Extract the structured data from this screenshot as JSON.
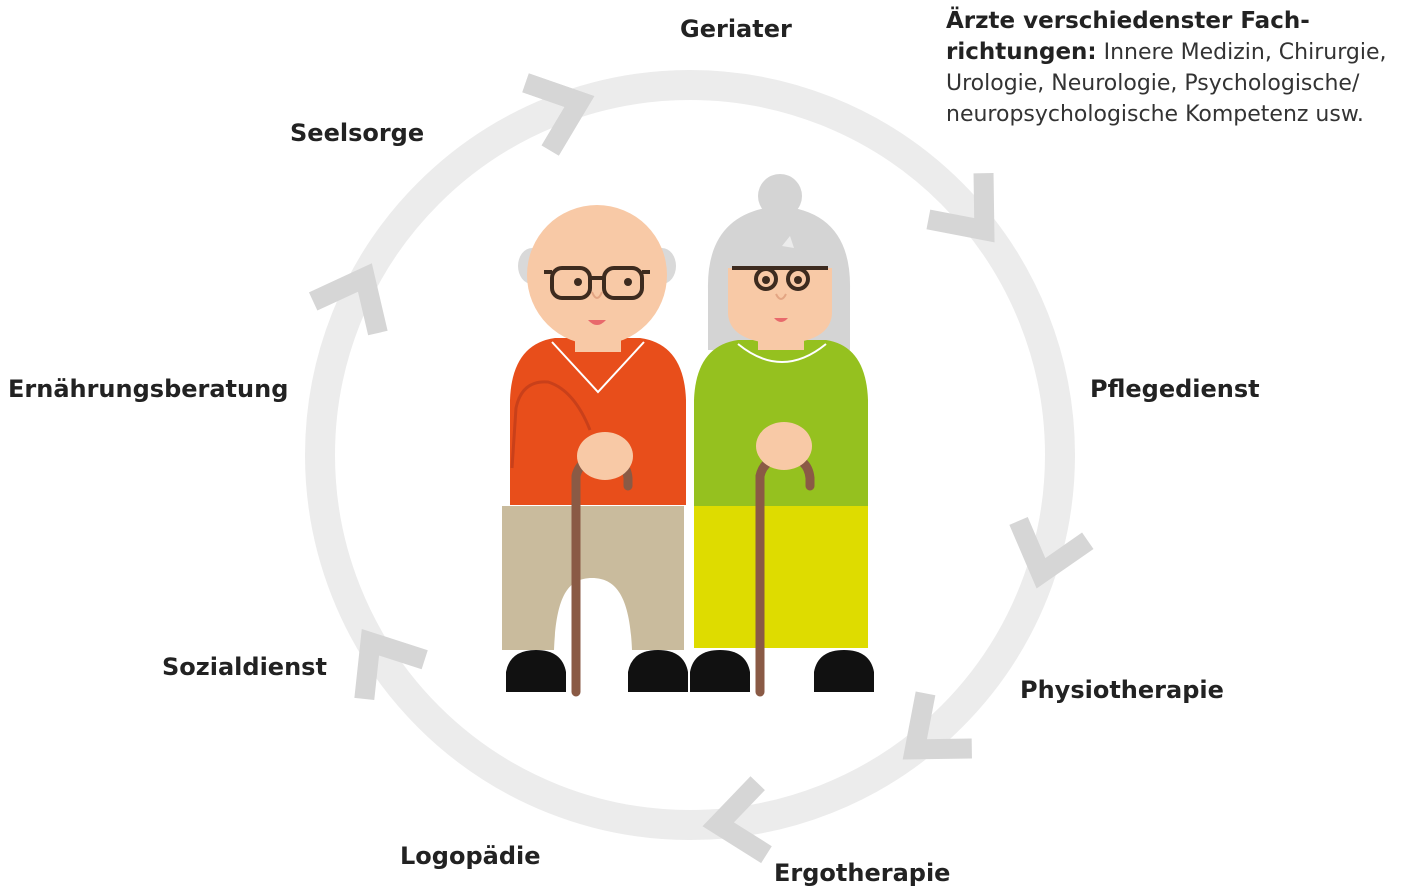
{
  "roles": {
    "geriater": "Geriater",
    "pflegedienst": "Pflegedienst",
    "physiotherapie": "Physiotherapie",
    "ergotherapie": "Ergotherapie",
    "logopaedie": "Logopädie",
    "sozialdienst": "Sozialdienst",
    "ernaehrungsberatung": "Ernährungsberatung",
    "seelsorge": "Seelsorge"
  },
  "aerzte": {
    "title_line1": "Ärzte verschiedenster Fach-",
    "title_line2": "richtungen:",
    "text_line1": " Innere Medizin, Chirurgie,",
    "text_line2": "Urologie, Neurologie, Psychologische/",
    "text_line3": "neuropsychologische Kompetenz usw."
  },
  "colors": {
    "cycle_arrow": "#d6d6d6",
    "man_shirt": "#e84e1b",
    "man_trousers": "#c9bb9d",
    "woman_shirt": "#95c11f",
    "woman_skirt": "#dedc00",
    "skin": "#f8c9a6",
    "hair": "#d4d4d4",
    "glasses": "#3d2b1f",
    "cane": "#8a5a45",
    "shoes": "#111111"
  }
}
